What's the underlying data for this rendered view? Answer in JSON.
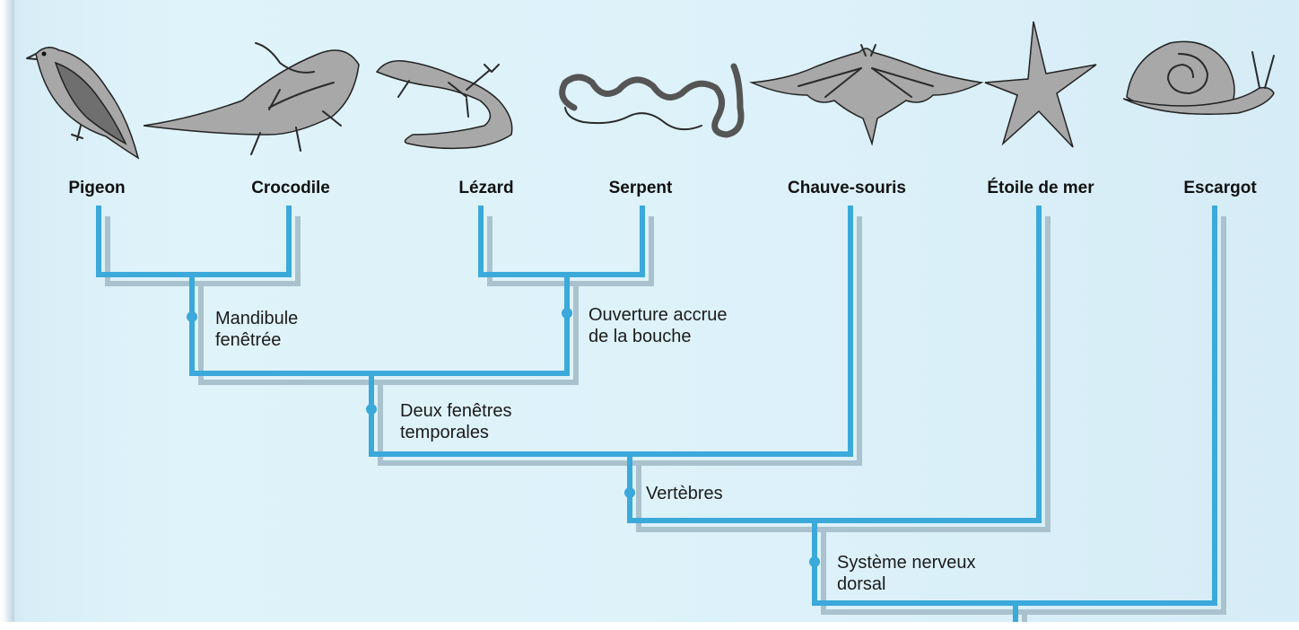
{
  "species": [
    {
      "id": "pigeon",
      "label": "Pigeon",
      "icon": "pigeon-icon"
    },
    {
      "id": "crocodile",
      "label": "Crocodile",
      "icon": "crocodile-icon"
    },
    {
      "id": "lezard",
      "label": "Lézard",
      "icon": "lizard-icon"
    },
    {
      "id": "serpent",
      "label": "Serpent",
      "icon": "snake-icon"
    },
    {
      "id": "chauve-souris",
      "label": "Chauve-souris",
      "icon": "bat-icon"
    },
    {
      "id": "etoile-de-mer",
      "label": "Étoile de mer",
      "icon": "starfish-icon"
    },
    {
      "id": "escargot",
      "label": "Escargot",
      "icon": "snail-icon"
    }
  ],
  "traits": [
    {
      "id": "mandibule",
      "lines": [
        "Mandibule",
        "fenêtrée"
      ]
    },
    {
      "id": "ouverture",
      "lines": [
        "Ouverture accrue",
        "de la bouche"
      ]
    },
    {
      "id": "deux-fenetres",
      "lines": [
        "Deux fenêtres",
        "temporales"
      ]
    },
    {
      "id": "vertebres",
      "lines": [
        "Vertèbres"
      ]
    },
    {
      "id": "systeme-nerveux",
      "lines": [
        "Système nerveux",
        "dorsal"
      ]
    }
  ],
  "colors": {
    "branch": "#3ba9da",
    "branch_shadow": "#a9c2cd",
    "page": "#dcf1f9",
    "text": "#111111"
  }
}
